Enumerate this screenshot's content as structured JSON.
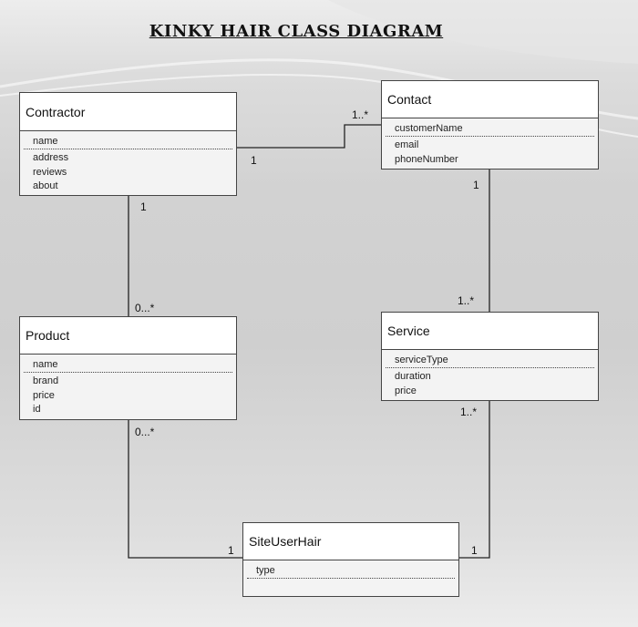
{
  "title": "KINKY HAIR CLASS DIAGRAM",
  "classes": {
    "contractor": {
      "name": "Contractor",
      "key": "name",
      "attrs": [
        "address",
        "reviews",
        "about"
      ]
    },
    "contact": {
      "name": "Contact",
      "key": "customerName",
      "attrs": [
        "email",
        "phoneNumber"
      ]
    },
    "product": {
      "name": "Product",
      "key": "name",
      "attrs": [
        "brand",
        "price",
        "id"
      ]
    },
    "service": {
      "name": "Service",
      "key": "serviceType",
      "attrs": [
        "duration",
        "price"
      ]
    },
    "siteuserhair": {
      "name": "SiteUserHair",
      "key": "type",
      "attrs": []
    }
  },
  "multiplicities": {
    "contractor_contact_near_contact": "1..*",
    "contractor_contact_near_contractor": "1",
    "contractor_product_near_contractor": "1",
    "contractor_product_near_product": "0...*",
    "contact_service_near_contact": "1",
    "contact_service_near_service": "1..*",
    "product_site_near_product": "0...*",
    "product_site_near_site": "1",
    "service_site_near_service": "1..*",
    "service_site_near_site": "1"
  }
}
